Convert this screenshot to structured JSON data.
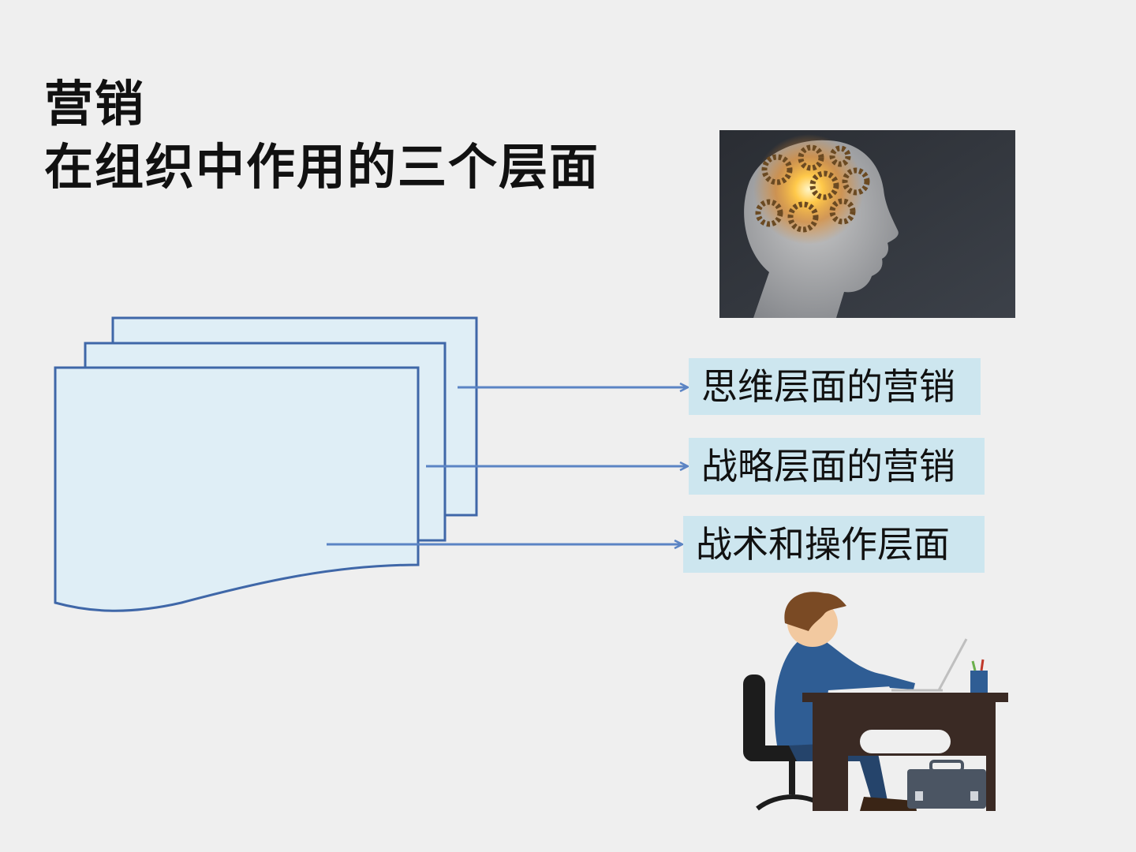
{
  "slide": {
    "title_line1": "营销",
    "title_line2": "在组织中作用的三个层面"
  },
  "levels": [
    {
      "label": "思维层面的营销"
    },
    {
      "label": "战略层面的营销"
    },
    {
      "label": "战术和操作层面"
    }
  ],
  "images": {
    "brain": "head-with-gears-illustration",
    "worker": "person-at-desk-illustration"
  },
  "colors": {
    "background": "#efefef",
    "doc_fill": "#dfeef6",
    "doc_stroke": "#3f67a8",
    "arrow": "#5b84c4",
    "label_bg": "#cde6ef"
  }
}
